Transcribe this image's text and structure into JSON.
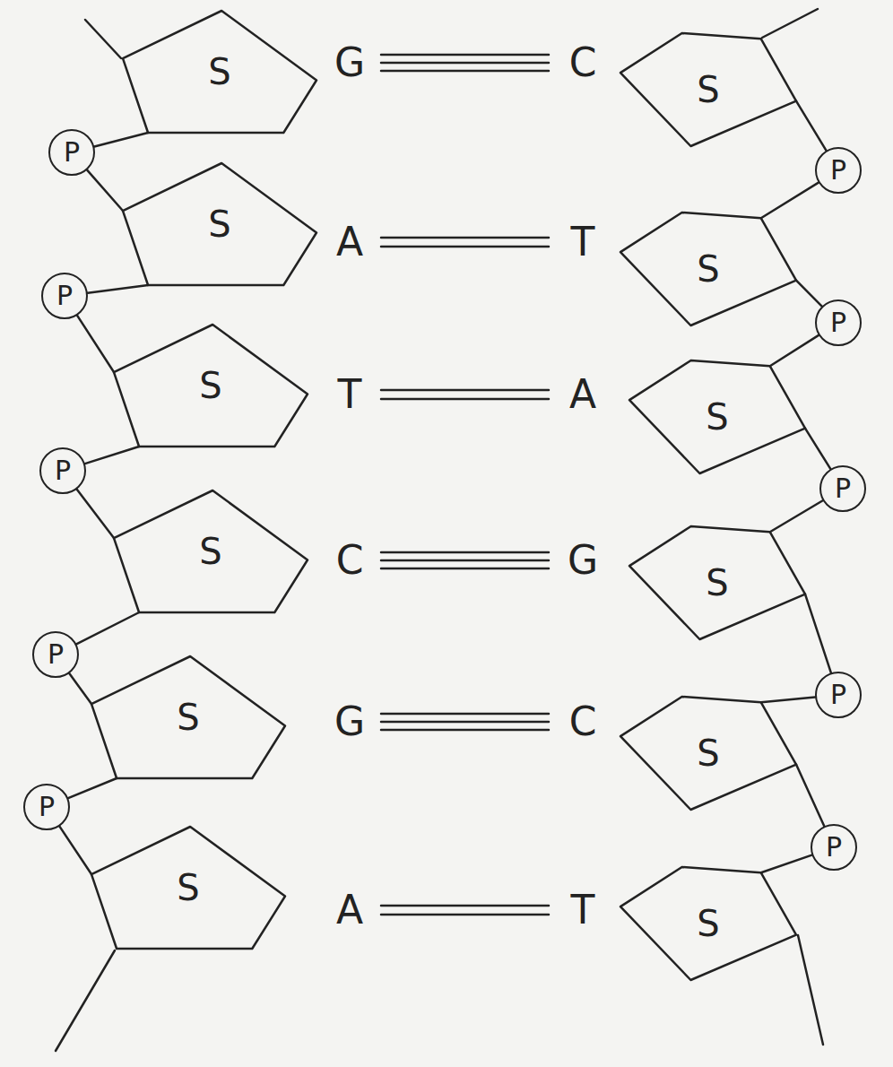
{
  "diagram": {
    "nodes": [
      {
        "text": [
          "S"
        ]
      },
      {
        "text": [
          "S"
        ]
      },
      {
        "text": [
          "P"
        ]
      },
      {
        "text": [
          "P"
        ]
      },
      {
        "text": [
          "S"
        ]
      },
      {
        "text": [
          "S"
        ]
      },
      {
        "text": [
          "P"
        ]
      },
      {
        "text": [
          "P"
        ]
      },
      {
        "text": [
          "S"
        ]
      },
      {
        "text": [
          "S"
        ]
      },
      {
        "text": [
          "P"
        ]
      },
      {
        "text": [
          "P"
        ]
      },
      {
        "text": [
          "S"
        ]
      },
      {
        "text": [
          "S"
        ]
      },
      {
        "text": [
          "P"
        ]
      },
      {
        "text": [
          "P"
        ]
      },
      {
        "text": [
          "S"
        ]
      },
      {
        "text": [
          "S"
        ]
      },
      {
        "text": [
          "P"
        ]
      },
      {
        "text": [
          "P"
        ]
      },
      {
        "text": [
          "S"
        ]
      },
      {
        "text": [
          "S"
        ]
      }
    ],
    "edges": [
      {
        "from": 0,
        "to": 2,
        "arrow": "none"
      },
      {
        "from": 2,
        "to": 4,
        "arrow": "none"
      },
      {
        "from": 4,
        "to": 6,
        "arrow": "none"
      },
      {
        "from": 6,
        "to": 8,
        "arrow": "none"
      },
      {
        "from": 8,
        "to": 10,
        "arrow": "none"
      },
      {
        "from": 10,
        "to": 12,
        "arrow": "none"
      },
      {
        "from": 12,
        "to": 14,
        "arrow": "none"
      },
      {
        "from": 14,
        "to": 16,
        "arrow": "none"
      },
      {
        "from": 16,
        "to": 18,
        "arrow": "none"
      },
      {
        "from": 18,
        "to": 20,
        "arrow": "none"
      },
      {
        "from": 1,
        "to": 3,
        "arrow": "none"
      },
      {
        "from": 3,
        "to": 5,
        "arrow": "none"
      },
      {
        "from": 5,
        "to": 7,
        "arrow": "none"
      },
      {
        "from": 7,
        "to": 9,
        "arrow": "none"
      },
      {
        "from": 9,
        "to": 11,
        "arrow": "none"
      },
      {
        "from": 11,
        "to": 13,
        "arrow": "none"
      },
      {
        "from": 13,
        "to": 15,
        "arrow": "none"
      },
      {
        "from": 15,
        "to": 17,
        "arrow": "none"
      },
      {
        "from": 17,
        "to": 19,
        "arrow": "none"
      },
      {
        "from": 19,
        "to": 21,
        "arrow": "none"
      }
    ],
    "labels": [
      "G",
      "C",
      "A",
      "T",
      "T",
      "A",
      "C",
      "G",
      "G",
      "C",
      "A",
      "T"
    ]
  }
}
